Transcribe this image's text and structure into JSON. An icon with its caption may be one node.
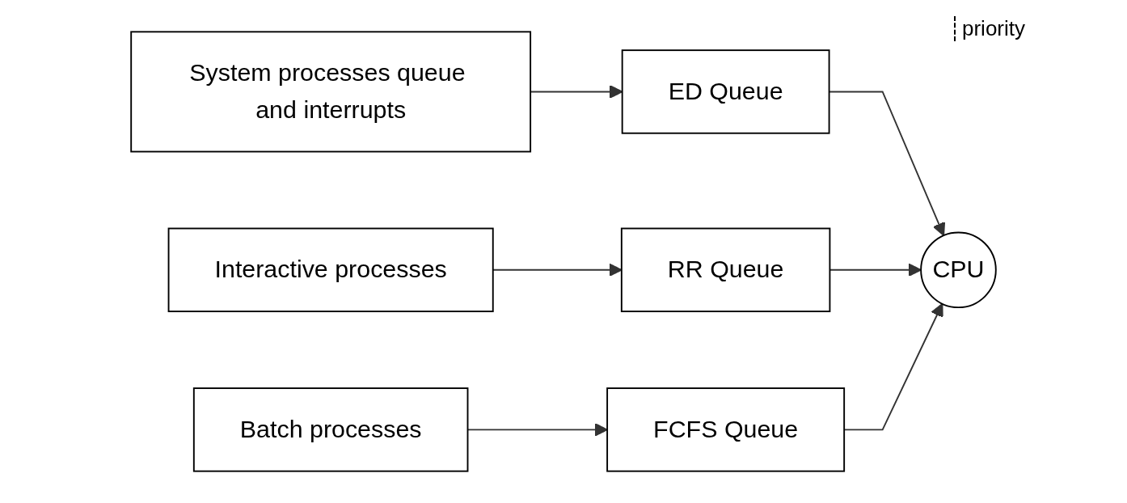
{
  "diagram": {
    "nodes": [
      {
        "text": [
          "System processes queue and interrupts"
        ]
      },
      {
        "text": [
          "ED Queue"
        ]
      },
      {
        "text": [
          "Interactive processes"
        ]
      },
      {
        "text": [
          "RR Queue"
        ]
      },
      {
        "text": [
          "Batch processes"
        ]
      },
      {
        "text": [
          "FCFS Queue"
        ]
      },
      {
        "text": [
          "CPU"
        ]
      }
    ],
    "edges": [
      {
        "from": 0,
        "to": 1,
        "arrow": "to"
      },
      {
        "from": 2,
        "to": 3,
        "arrow": "to"
      },
      {
        "from": 4,
        "to": 5,
        "arrow": "to"
      },
      {
        "from": 1,
        "to": 6,
        "arrow": "to"
      },
      {
        "from": 3,
        "to": 6,
        "arrow": "to"
      },
      {
        "from": 5,
        "to": 6,
        "arrow": "to"
      }
    ],
    "labels": [
      "priority"
    ]
  }
}
